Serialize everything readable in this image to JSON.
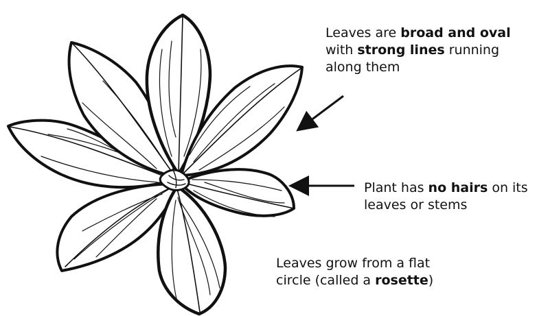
{
  "colors": {
    "ink": "#111111",
    "background": "#ffffff"
  },
  "annotations": {
    "leaves_shape": {
      "part1": "Leaves are ",
      "bold1": "broad and oval",
      "part2": " with ",
      "bold2": "strong lines",
      "part3": " running along them"
    },
    "hairs": {
      "part1": "Plant has ",
      "bold1": "no hairs",
      "part2": " on its leaves or stems"
    },
    "rosette": {
      "part1": "Leaves grow from a flat circle (called a ",
      "bold1": "rosette",
      "part2": ")"
    }
  },
  "icons": {
    "arrow_leaves": "arrow-icon",
    "arrow_hairs": "arrow-icon",
    "plant": "plantain-rosette-illustration"
  }
}
